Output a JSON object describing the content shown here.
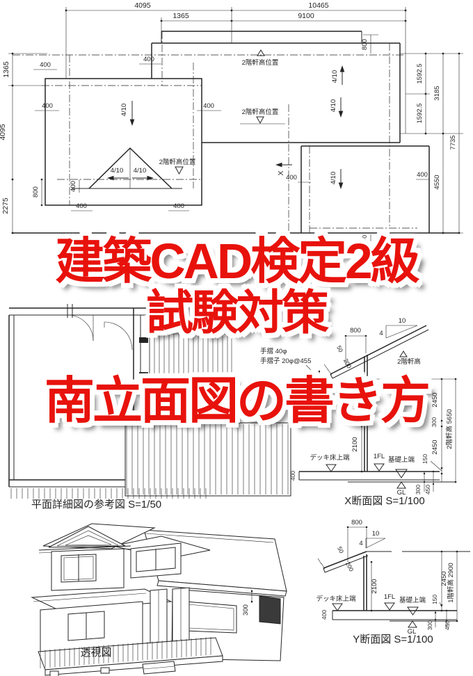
{
  "title": {
    "line1": "建築CAD検定2級",
    "line2": "試験対策",
    "line3": "南立面図の書き方",
    "text_color": "#e8120c",
    "outline_color": "#ffffff"
  },
  "roof": {
    "d4095": "4095",
    "d10465": "10465",
    "d1365": "1365",
    "d9100": "9100",
    "d1592": "1592.5",
    "d3185": "3185",
    "d7735": "7735",
    "d4550": "4550",
    "d2275": "2275",
    "d800": "800",
    "d400": "400",
    "slope": "4/10",
    "eave_label": "2階軒高位置",
    "x_mark": "X"
  },
  "plan": {
    "caption": "平面詳細図の参考図 S=1/50"
  },
  "xsec": {
    "caption": "X断面図 S=1/100",
    "handrail": "手摺 40φ",
    "baluster": "手摺子 20φ@455",
    "eave": "2階軒高",
    "deck": "デッキ床上端",
    "fl": "1FL",
    "foundation": "基礎上端",
    "gl": "GL",
    "d800": "800",
    "d50": "50",
    "d200": "200",
    "d2100": "2100",
    "d2450": "2450",
    "d300": "300",
    "d150": "150",
    "d400": "400",
    "d450": "450",
    "total": "2階軒高 5650",
    "s10": "10",
    "s4": "4"
  },
  "ysec": {
    "caption": "Y断面図 S=1/100",
    "deck": "デッキ床上端",
    "fl": "1FL",
    "foundation": "基礎上端",
    "gl": "GL",
    "d800": "800",
    "d50": "50",
    "d200": "200",
    "d2100": "2100",
    "d2450": "2450",
    "d150": "150",
    "d300": "300",
    "d400": "400",
    "d450": "450",
    "total": "1階軒高 2900",
    "s10": "10",
    "s4": "4"
  },
  "persp": {
    "caption": "透視図",
    "d300": "300"
  }
}
